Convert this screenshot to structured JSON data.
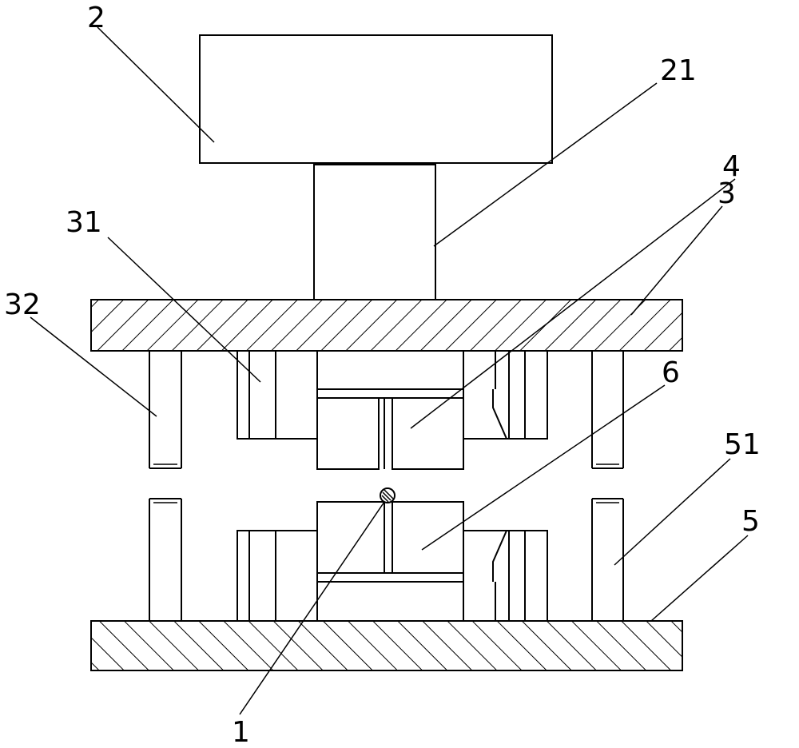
{
  "labels": {
    "l1": "1",
    "l2": "2",
    "l21": "21",
    "l3": "3",
    "l31": "31",
    "l32": "32",
    "l4": "4",
    "l5": "5",
    "l51": "51",
    "l6": "6"
  }
}
